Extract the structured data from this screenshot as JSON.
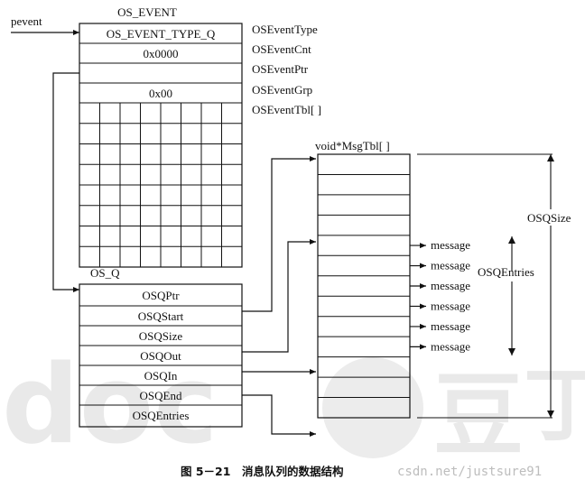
{
  "pevent_label": "pevent",
  "event": {
    "title": "OS_EVENT",
    "type_value": "OS_EVENT_TYPE_Q",
    "cnt_value": "0x0000",
    "grp_value": "0x00",
    "field_labels": [
      "OSEventType",
      "OSEventCnt",
      "OSEventPtr",
      "OSEventGrp",
      "OSEventTbl[ ]"
    ]
  },
  "queue": {
    "title": "OS_Q",
    "fields": [
      "OSQPtr",
      "OSQStart",
      "OSQSize",
      "OSQOut",
      "OSQIn",
      "OSQEnd",
      "OSQEntries"
    ]
  },
  "msgtbl": {
    "title": "void*MsgTbl[ ]",
    "message_label": "message",
    "size_label": "OSQSize",
    "entries_label": "OSQEntries"
  },
  "caption": "图 5－21　消息队列的数据结构",
  "watermark": {
    "url": "csdn.net/justsure91"
  },
  "colors": {
    "line": "#111111",
    "text": "#111111",
    "watermark": "#e6e6e6"
  }
}
